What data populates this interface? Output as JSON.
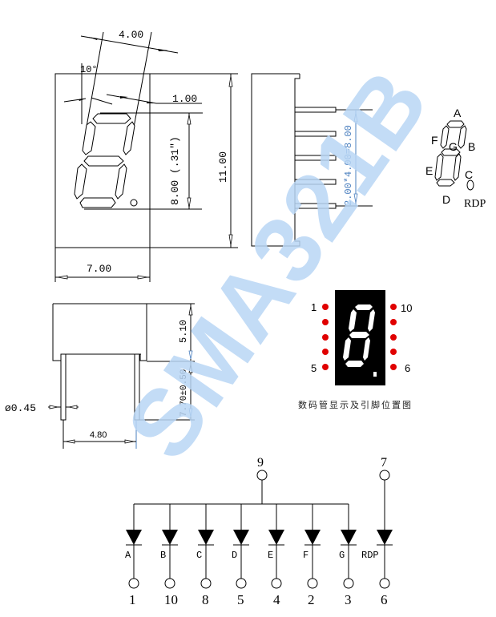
{
  "watermark": "SMA321B",
  "front_view": {
    "dim_width_top": "4.00",
    "dim_angle": "10°",
    "dim_segment_width": "1.00",
    "dim_digit_height": "8.00 (.31\")",
    "dim_body_height": "11.00",
    "dim_body_width": "7.00"
  },
  "side_view": {
    "dim_pin_pitch": "2.00*4.00=8.00"
  },
  "segment_legend": {
    "labels": [
      "A",
      "B",
      "C",
      "D",
      "E",
      "F",
      "G",
      "RDP"
    ]
  },
  "bottom_view": {
    "dim_body_depth": "5.10",
    "dim_pin_length": "7.70±0.50",
    "dim_pin_diameter": "ø0.45",
    "dim_row_spacing": "4.80"
  },
  "pin_diagram": {
    "left_pins": [
      "1",
      "",
      "",
      "",
      "5"
    ],
    "right_pins": [
      "10",
      "",
      "",
      "",
      "6"
    ],
    "pin_color": "#e00000",
    "caption": "数码管显示及引脚位置图"
  },
  "schematic": {
    "common_pins": [
      {
        "label": "9",
        "type": "common"
      },
      {
        "label": "7",
        "type": "common-dp"
      }
    ],
    "diodes": [
      {
        "segment": "A",
        "pin": "1"
      },
      {
        "segment": "B",
        "pin": "10"
      },
      {
        "segment": "C",
        "pin": "8"
      },
      {
        "segment": "D",
        "pin": "5"
      },
      {
        "segment": "E",
        "pin": "4"
      },
      {
        "segment": "F",
        "pin": "2"
      },
      {
        "segment": "G",
        "pin": "3"
      },
      {
        "segment": "RDP",
        "pin": "6"
      }
    ]
  }
}
